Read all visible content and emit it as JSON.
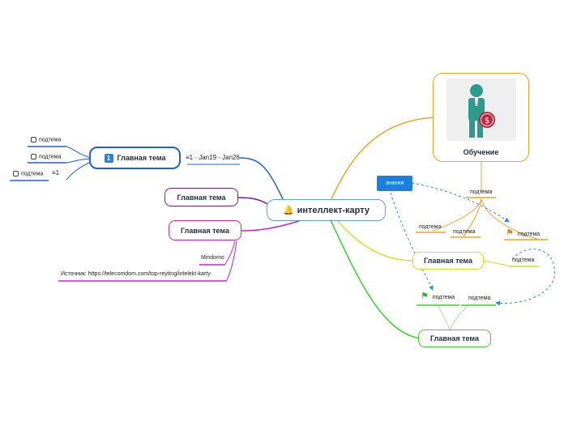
{
  "center": {
    "label": "интеллект-карту",
    "icon": "bell-icon"
  },
  "topics": {
    "top_left": {
      "label": "Главная тема",
      "badge": "1",
      "task": "1 · Jan19 - Jan26"
    },
    "purple": {
      "label": "Главная тема"
    },
    "magenta": {
      "label": "Главная тема"
    },
    "green1": {
      "label": "Главная тема"
    },
    "green2": {
      "label": "Главная тема"
    }
  },
  "image_node": {
    "label": "Обучение",
    "icon": "businessman-dollar-icon"
  },
  "znania": {
    "label": "знания"
  },
  "subtopics": {
    "left1": "подтема",
    "left2": "подтема",
    "left3": "подтема",
    "left3_task": "1",
    "right_top": "подтема",
    "right_a": "подтема",
    "right_b": "подтема",
    "right_flag": "подтема",
    "right_green": "подтема",
    "green_flag": "подтема",
    "green_b": "подтема"
  },
  "notes": {
    "mindomo": "Mindomo",
    "source": "Источник: https://telecomdom.com/top-reyting/intelekt-karty"
  },
  "colors": {
    "blue": "#1f5fe0",
    "purple": "#6a1fb0",
    "magenta": "#d21fd2",
    "orange": "#f2a21f",
    "lime": "#c7e81f",
    "green": "#3bd42a",
    "teal": "#2b9c8c",
    "dashed": "#2b8de0"
  }
}
